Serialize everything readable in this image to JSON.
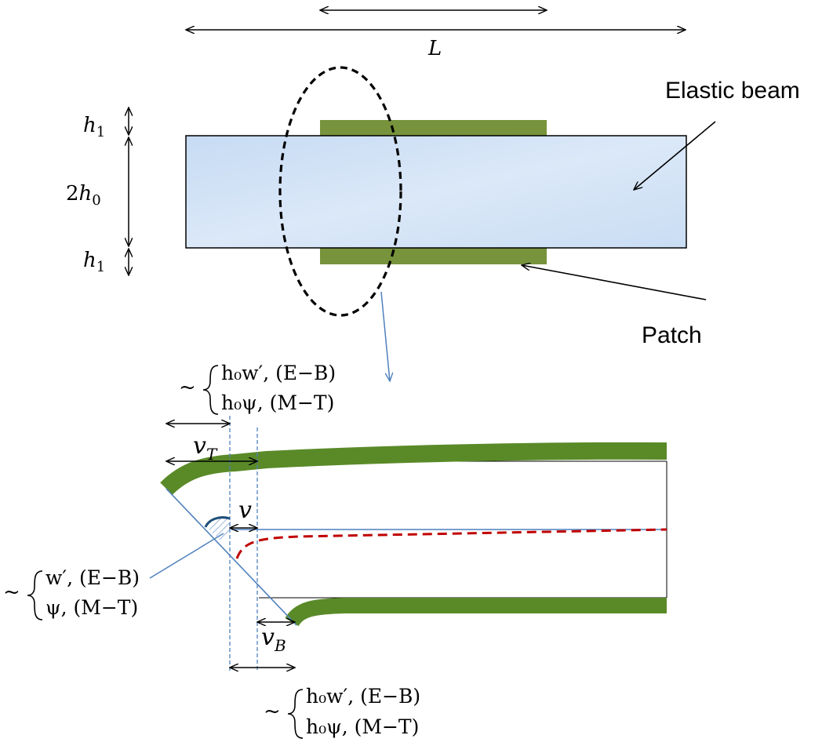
{
  "top": {
    "length_label": "L",
    "beam_label": "Elastic beam",
    "patch_label": "Patch",
    "h1_top": {
      "base": "h",
      "sub": "1"
    },
    "h0_mid": {
      "coef": "2",
      "base": "h",
      "sub": "0"
    },
    "h1_bottom": {
      "base": "h",
      "sub": "1"
    }
  },
  "bottom": {
    "top_note": {
      "tilde": "~",
      "line1": "h₀w′, (E−B)",
      "line2": "h₀ψ, (M−T)"
    },
    "left_note": {
      "tilde": "~",
      "line1": "w′, (E−B)",
      "line2": "ψ, (M−T)"
    },
    "bottom_note": {
      "tilde": "~",
      "line1": "h₀w′, (E−B)",
      "line2": "h₀ψ, (M−T)"
    },
    "vT": {
      "base": "v",
      "sub": "T"
    },
    "v": "v",
    "vB": {
      "base": "v",
      "sub": "B"
    }
  },
  "colors": {
    "beam_fill": "#cfe0f5",
    "patch": "#77933c",
    "patch_deformed": "#5a8a28",
    "dashed_curve": "#c00000",
    "guide_line": "#4f81bd",
    "ellipse": "#000000"
  }
}
